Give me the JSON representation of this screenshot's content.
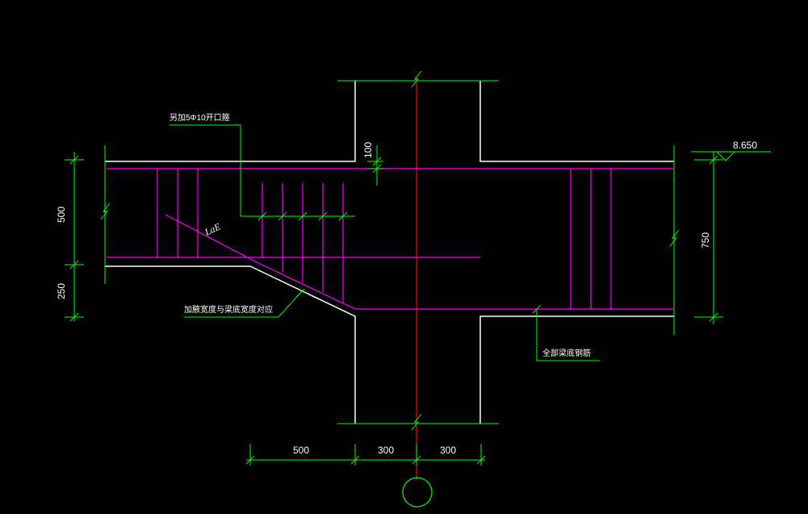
{
  "drawing": {
    "elevation": "8.650",
    "dimensions": {
      "left_upper": "500",
      "left_lower": "250",
      "right_depth": "750",
      "cover": "100",
      "bottom_a": "500",
      "bottom_b": "300",
      "bottom_c": "300"
    },
    "notes": {
      "extra_rebar": "另加5Φ10开口箍",
      "lae_mark": "LaE",
      "haunch_note": "加腋宽度与梁底宽度对应",
      "bottom_bars": "全部梁底钢筋"
    },
    "colors": {
      "background": "#000000",
      "outline": "#ffffff",
      "rebar": "#ff00ff",
      "dimension": "#00ff00",
      "axis": "#ff0000"
    }
  }
}
